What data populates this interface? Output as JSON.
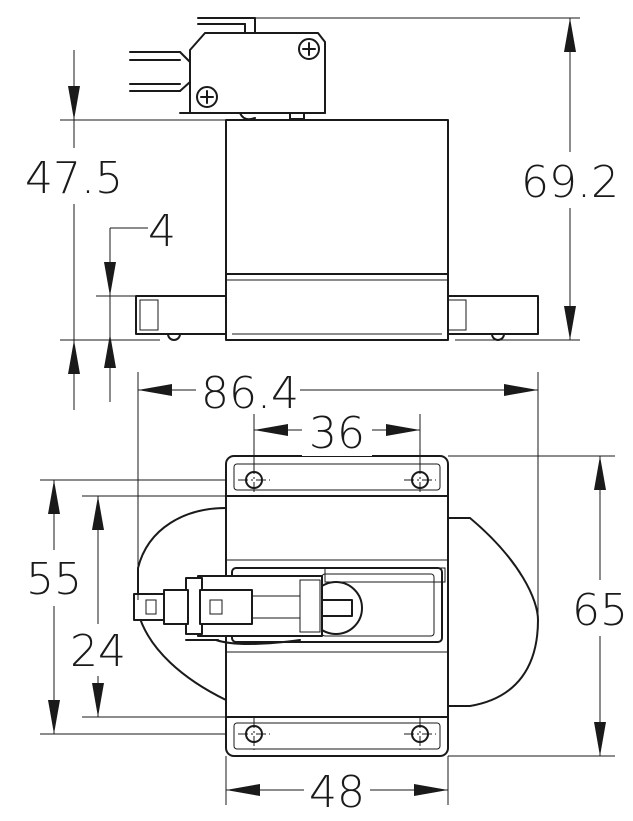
{
  "dimensions": {
    "height_total": "69.2",
    "height_body": "47.5",
    "flange_thickness": "4",
    "width_overall": "86.4",
    "hole_spacing_top": "36",
    "height_plate": "65",
    "hole_spacing_vertical": "55",
    "switch_offset": "24",
    "plate_width": "48"
  },
  "colors": {
    "line": "#1a1a1a",
    "background": "#ffffff"
  }
}
